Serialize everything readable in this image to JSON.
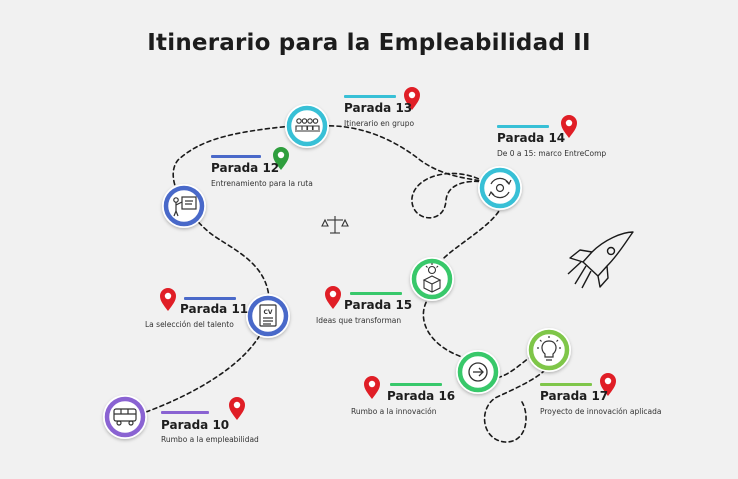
{
  "title": "Itinerario para la Empleabilidad II",
  "colors": {
    "background": "#f1f1f1",
    "purple": "#8a63d2",
    "blue": "#4a69c9",
    "cyan": "#38c0d6",
    "green": "#38c86b",
    "lime": "#7fc64a",
    "pin_red": "#e01e26",
    "pin_green": "#2e9e3d"
  },
  "stops": [
    {
      "key": "p10",
      "title": "Parada 10",
      "description": "Rumbo a la empleabilidad",
      "icon": "bus-icon",
      "pin": "red"
    },
    {
      "key": "p11",
      "title": "Parada 11",
      "description": "La selección del talento",
      "icon": "cv-icon",
      "pin": "red"
    },
    {
      "key": "p12",
      "title": "Parada 12",
      "description": "Entrenamiento para la ruta",
      "icon": "presentation-icon",
      "pin": "green"
    },
    {
      "key": "p13",
      "title": "Parada 13",
      "description": "Itinerario en grupo",
      "icon": "group-icon",
      "pin": "red"
    },
    {
      "key": "p14",
      "title": "Parada 14",
      "description": "De 0 a 15: marco EntreComp",
      "icon": "cycle-icon",
      "pin": "red"
    },
    {
      "key": "p15",
      "title": "Parada 15",
      "description": "Ideas que transforman",
      "icon": "idea-box-icon",
      "pin": "red"
    },
    {
      "key": "p16",
      "title": "Parada 16",
      "description": "Rumbo a la innovación",
      "icon": "arrow-right-icon",
      "pin": "red"
    },
    {
      "key": "p17",
      "title": "Parada 17",
      "description": "Proyecto de innovación aplicada",
      "icon": "lightbulb-icon",
      "pin": "red"
    }
  ],
  "decorations": [
    "rocket-icon",
    "balance-scale-icon"
  ]
}
